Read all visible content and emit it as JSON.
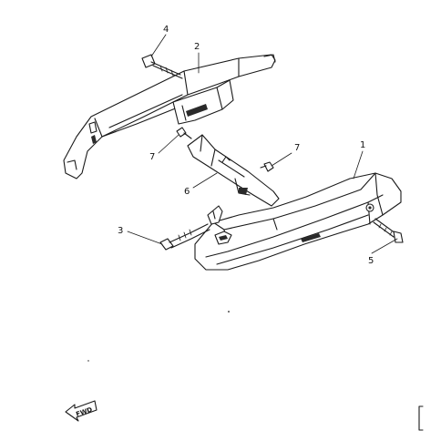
{
  "diagram": {
    "callouts": [
      {
        "id": "c1",
        "text": "1"
      },
      {
        "id": "c2",
        "text": "2"
      },
      {
        "id": "c3",
        "text": "3"
      },
      {
        "id": "c4",
        "text": "4"
      },
      {
        "id": "c5",
        "text": "5"
      },
      {
        "id": "c6",
        "text": "6"
      },
      {
        "id": "c7a",
        "text": "7"
      },
      {
        "id": "c7b",
        "text": "7"
      }
    ],
    "fwd_label": "FWD",
    "line_color": "#1a1a1a",
    "background": "#ffffff"
  }
}
